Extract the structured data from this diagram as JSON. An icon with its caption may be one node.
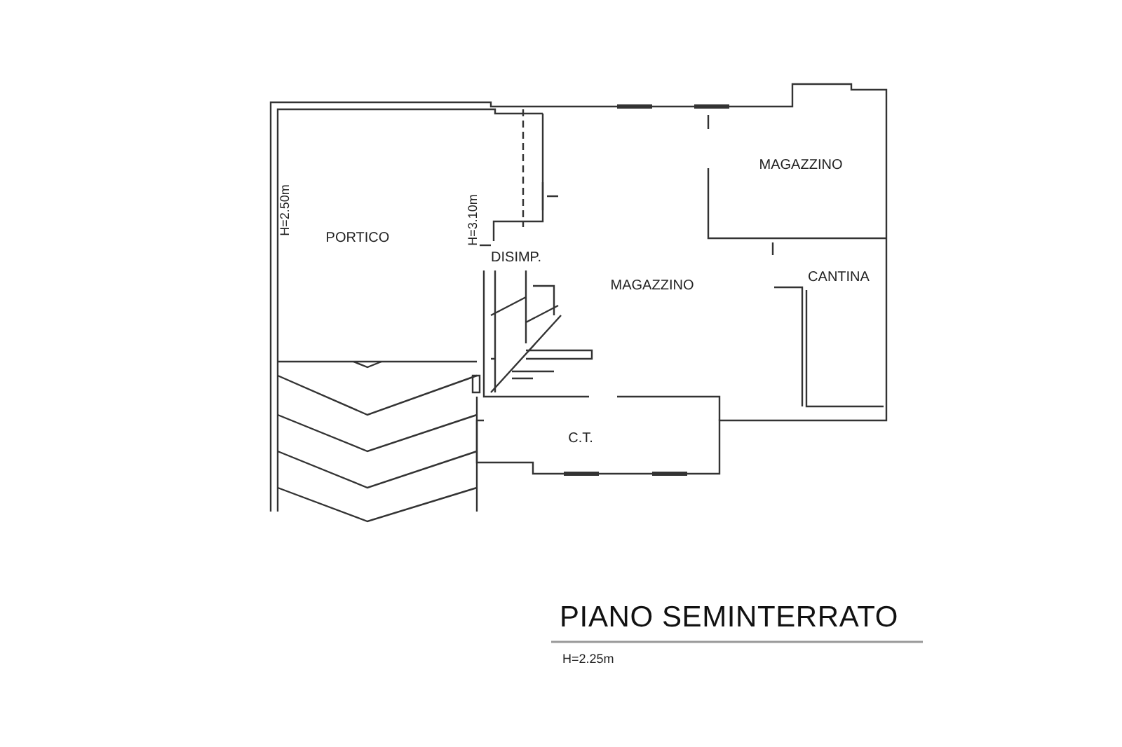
{
  "diagram": {
    "title": "PIANO SEMINTERRATO",
    "nodes": [
      {
        "text": [
          "PORTICO"
        ]
      },
      {
        "text": [
          "DISIMP."
        ]
      },
      {
        "text": [
          "MAGAZZINO"
        ]
      },
      {
        "text": [
          "MAGAZZINO"
        ]
      },
      {
        "text": [
          "CANTINA"
        ]
      },
      {
        "text": [
          "C.T."
        ]
      }
    ],
    "edges": [],
    "labels": [
      "H=2.50m",
      "H=3.10m",
      "H=2.25m"
    ]
  }
}
